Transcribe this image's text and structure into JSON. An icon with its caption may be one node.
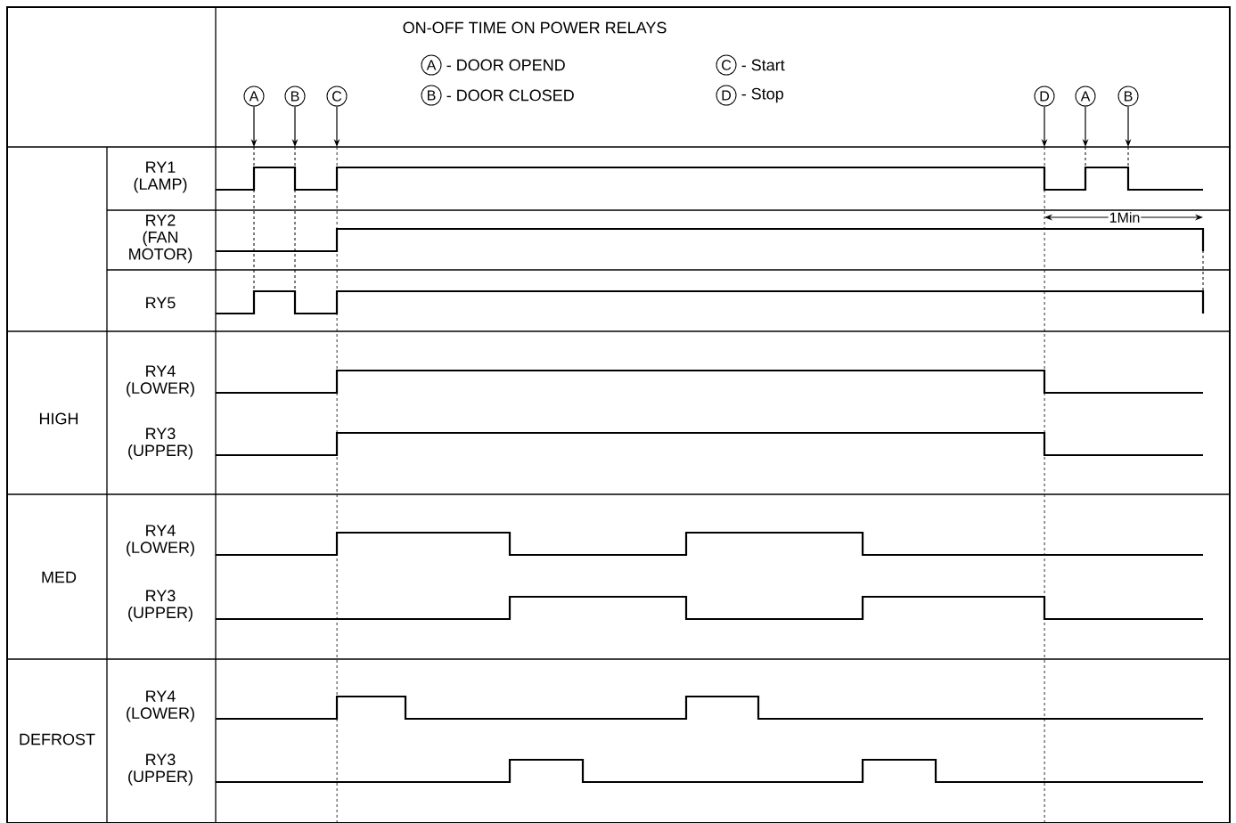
{
  "diagram": {
    "title": "ON-OFF TIME ON POWER RELAYS",
    "nodes": [
      {
        "text": [
          "A"
        ],
        "beside": [
          "- DOOR OPEND"
        ]
      },
      {
        "text": [
          "B"
        ],
        "beside": [
          "- DOOR CLOSED"
        ]
      },
      {
        "text": [
          "C"
        ],
        "beside": [
          "- Start"
        ]
      },
      {
        "text": [
          "D"
        ],
        "beside": [
          "- Stop"
        ]
      },
      {
        "text": [
          "A"
        ]
      },
      {
        "text": [
          "B"
        ]
      },
      {
        "text": [
          "C"
        ]
      },
      {
        "text": [
          "D"
        ]
      },
      {
        "text": [
          "A"
        ]
      },
      {
        "text": [
          "B"
        ]
      }
    ],
    "edges": [
      {
        "from": 4,
        "to": null,
        "arrow": "to"
      },
      {
        "from": 5,
        "to": null,
        "arrow": "to"
      },
      {
        "from": 6,
        "to": null,
        "arrow": "to"
      },
      {
        "from": 7,
        "to": null,
        "arrow": "to"
      },
      {
        "from": 8,
        "to": null,
        "arrow": "to"
      },
      {
        "from": 9,
        "to": null,
        "arrow": "to"
      }
    ],
    "labels": [
      "RY1 (LAMP)",
      "RY2 (FAN MOTOR)",
      "1Min",
      "RY5",
      "RY4 (LOWER)",
      "HIGH",
      "RY3 (UPPER)",
      "RY4 (LOWER)",
      "MED",
      "RY3 (UPPER)",
      "RY4 (LOWER)",
      "DEFROST",
      "RY3 (UPPER)"
    ]
  }
}
